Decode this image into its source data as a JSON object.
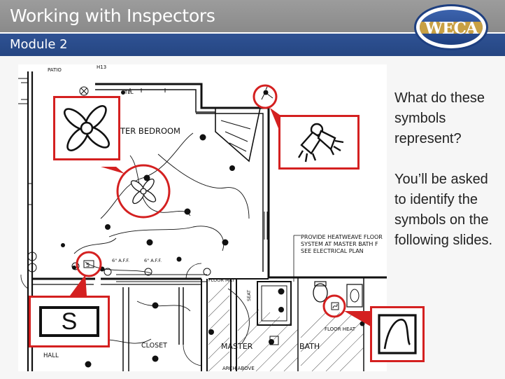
{
  "header": {
    "title": "Working with Inspectors",
    "module": "Module 2",
    "logo_text": "WECA"
  },
  "body": {
    "question": "What do these symbols represent?",
    "instruction": "You’ll be asked to identify the symbols on the following slides."
  },
  "plan_labels": {
    "room_master_bedroom": "TER BEDROOM",
    "note_line1": "PROVIDE HEATWEAVE FLOOR",
    "note_line2": "SYSTEM AT MASTER BATH F",
    "note_line3": "SEE ELECTRICAL PLAN",
    "closet": "CLOSET",
    "master": "MASTER",
    "bath": "BATH",
    "hall": "HALL",
    "floor_heat": "FLOOR HEAT",
    "floor_mat": "FLOOR MAT",
    "arch_above": "ARCH ABOVE",
    "tel": "TEL",
    "seat": "SEAT",
    "h13": "H13",
    "pato": "PATIO",
    "aff_1": "6\" A.F.F.",
    "aff_2": "6\" A.F.F.",
    "switch_s": "S"
  },
  "callouts": {
    "switch_letter": "S"
  },
  "colors": {
    "title_bar": "#8e8e8e",
    "module_bar": "#2a4b8c",
    "accent_red": "#d42020",
    "logo_gold": "#c8a044"
  },
  "icons": [
    "ceiling-fan-icon",
    "flood-light-icon",
    "switch-icon",
    "thermostat-icon"
  ]
}
